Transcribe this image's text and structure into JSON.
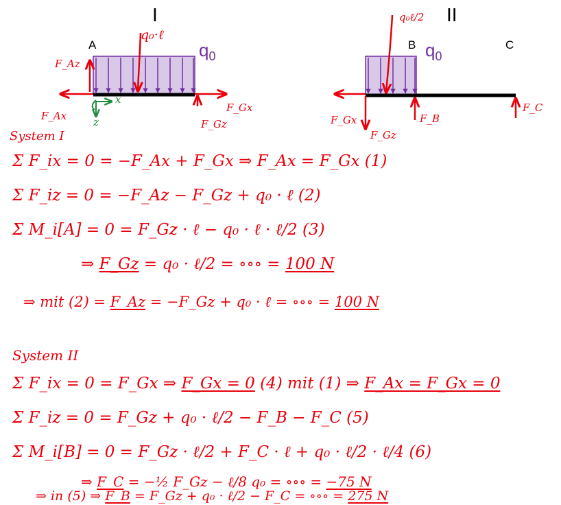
{
  "colors": {
    "pen": "#e8000b",
    "load": "#7030a0",
    "load_fill": "#d9c8e8",
    "coord": "#1e8a3c",
    "beam": "#000000"
  },
  "system1": {
    "roman": "I",
    "point_a": "A",
    "load_label": "q",
    "load_sub": "0",
    "resultant": "q₀·ℓ",
    "f_az": "F_Az",
    "f_ax": "F_Ax",
    "f_gx": "F_Gx",
    "f_gz": "F_Gz",
    "coord_x": "x",
    "coord_z": "z",
    "title": "System I"
  },
  "system2": {
    "roman": "II",
    "point_b": "B",
    "point_c": "C",
    "load_label": "q",
    "load_sub": "0",
    "resultant": "q₀ℓ/2",
    "f_gx": "F_Gx",
    "f_gz": "F_Gz",
    "f_b": "F_B",
    "f_c": "F_C"
  },
  "equations_1": [
    {
      "lhs": "Σ F_ix = 0 = −F_Ax + F_Gx  ⇒  ",
      "rhs": "F_Ax = F_Gx  (1)"
    },
    {
      "lhs": "Σ F_iz = 0 = −F_Az − F_Gz + q₀ · ℓ  (2)"
    },
    {
      "lhs": "Σ M_i[A] = 0 = F_Gz · ℓ − q₀ · ℓ · ℓ/2  (3)"
    },
    {
      "lhs": "⇒  ",
      "u1": "F_Gz",
      "mid": " = q₀ · ℓ/2 = ∘∘∘ = ",
      "u2": "100 N"
    },
    {
      "lhs": "⇒ mit (2) =  ",
      "u1": "F_Az",
      "mid": " = −F_Gz + q₀ · ℓ = ∘∘∘ = ",
      "u2": "100 N"
    }
  ],
  "system2_title": "System II",
  "equations_2": [
    {
      "lhs": "Σ F_ix = 0 = F_Gx  ⇒  ",
      "u1": "F_Gx = 0",
      "mid": " (4)        mit (1) ⇒  ",
      "u2": "F_Ax = F_Gx = 0"
    },
    {
      "lhs": "Σ F_iz = 0 = F_Gz + q₀ · ℓ/2 − F_B − F_C  (5)"
    },
    {
      "lhs": "Σ M_i[B] = 0 = F_Gz · ℓ/2 + F_C · ℓ + q₀ · ℓ/2 · ℓ/4    (6)"
    },
    {
      "lhs": "⇒  ",
      "u1": "F_C",
      "mid": " = −½ F_Gz − ℓ/8 q₀ = ∘∘∘ = ",
      "u2": "−75 N"
    },
    {
      "lhs": "⇒ in (5) ⇒  ",
      "u1": "F_B",
      "mid": " = F_Gz + q₀ · ℓ/2 − F_C = ∘∘∘ = ",
      "u2": "275 N"
    }
  ]
}
